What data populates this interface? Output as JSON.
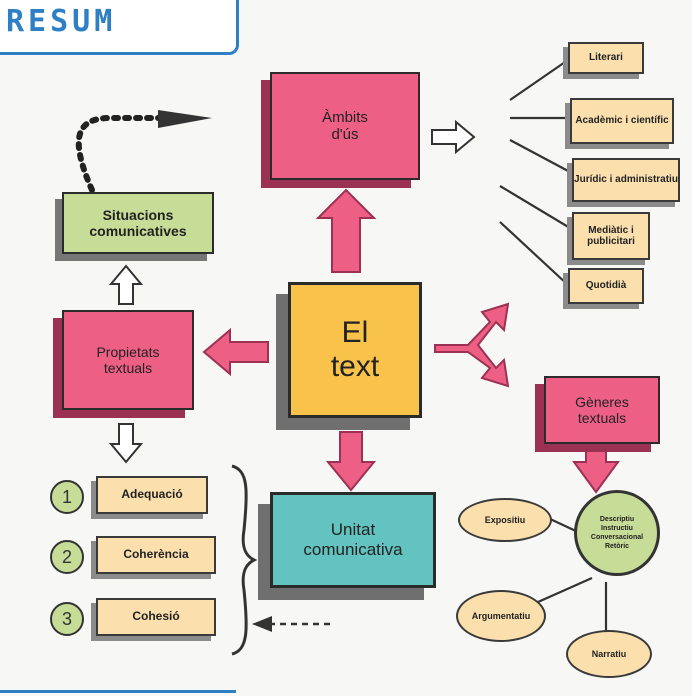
{
  "header": {
    "title": "RESUM"
  },
  "center": {
    "label_line1": "El",
    "label_line2": "text"
  },
  "ambits": {
    "label_line1": "Àmbits",
    "label_line2": "d'ús",
    "items": [
      "Literari",
      "Acadèmic i científic",
      "Jurídic i administratiu",
      "Mediàtic i publicitari",
      "Quotidià"
    ]
  },
  "situacions": {
    "label_line1": "Situacions",
    "label_line2": "comunicatives"
  },
  "propietats": {
    "label_line1": "Propietats",
    "label_line2": "textuals",
    "items": [
      {
        "number": "1",
        "label": "Adequació"
      },
      {
        "number": "2",
        "label": "Coherència"
      },
      {
        "number": "3",
        "label": "Cohesió"
      }
    ]
  },
  "unitat": {
    "label_line1": "Unitat",
    "label_line2": "comunicativa"
  },
  "generes": {
    "label_line1": "Gèneres",
    "label_line2": "textuals",
    "center_items": [
      "Descriptiu",
      "Instructiu",
      "Conversacional",
      "Retòric"
    ],
    "items": [
      "Expositiu",
      "Argumentatiu",
      "Narratiu"
    ]
  },
  "colors": {
    "pink": "#ee5f86",
    "yellow": "#f9c24a",
    "teal": "#63c3c0",
    "green": "#c7dc96",
    "cream": "#fbe0ae",
    "blue": "#2f7fc4"
  }
}
